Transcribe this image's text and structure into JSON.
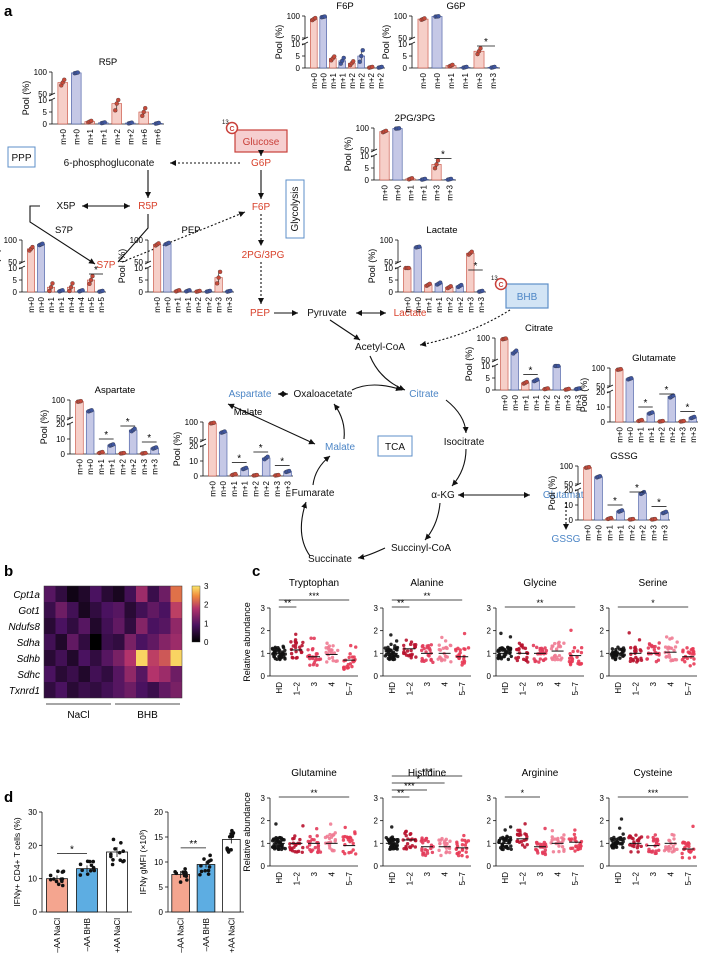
{
  "panel_labels": [
    "a",
    "b",
    "c",
    "d"
  ],
  "colors": {
    "nacl_fill": "#f6cfc8",
    "nacl_dot": "#c64a3a",
    "bhb_fill": "#c5c8e6",
    "bhb_dot": "#3f56a0",
    "red_text": "#d8412b",
    "blue_text": "#4d86c6",
    "glucose_box_fill": "#f6cfd0",
    "glucose_box_stroke": "#c9403a",
    "bhb_box_fill": "#d2e4f5",
    "bhb_box_stroke": "#5d8fc8",
    "heatmap_low": "#000000",
    "heatmap_mid": "#b3336b",
    "heatmap_high": "#fbe66b",
    "bar_aa_nacl": "#f4a58f",
    "bar_aa_bhb": "#5dade2",
    "bar_plus_aa": "#ffffff"
  },
  "pathway": {
    "nodes": {
      "glucose": "Glucose",
      "g6p": "G6P",
      "f6p": "F6P",
      "pg": "2PG/3PG",
      "pep": "PEP",
      "pyruvate": "Pyruvate",
      "lactate": "Lactate",
      "acetyl": "Acetyl-CoA",
      "citrate": "Citrate",
      "isocitrate": "Isocitrate",
      "akg": "α-KG",
      "glutamate": "Glutamate",
      "gssg": "GSSG",
      "succinyl": "Succinyl-CoA",
      "succinate": "Succinate",
      "fumarate": "Fumarate",
      "malate": "Malate",
      "oaa": "Oxaloacetate",
      "aspartate": "Aspartate",
      "phosphogluconate": "6-phosphogluconate",
      "x5p": "X5P",
      "r5p": "R5P",
      "s7p": "S7P",
      "bhb": "BHB"
    },
    "labels": {
      "ppp": "PPP",
      "glycolysis": "Glycolysis",
      "tca": "TCA",
      "isotope": "13",
      "isotope_symbol": "C"
    }
  },
  "chart_data": [
    {
      "type": "bar",
      "id": "R5P",
      "title": "R5P",
      "ylabel": "Pool (%)",
      "ylim": [
        0,
        100
      ],
      "yticks_low": [
        0,
        5,
        10
      ],
      "yticks_high": [
        50,
        100
      ],
      "categories": [
        "m+0",
        "m+0",
        "m+1",
        "m+1",
        "m+2",
        "m+2",
        "m+6",
        "m+6"
      ],
      "values": [
        76,
        98,
        1,
        0.5,
        8.5,
        0.4,
        5,
        0.3
      ],
      "errors": [
        8,
        1,
        0.4,
        0.2,
        3.5,
        0.2,
        2,
        0.2
      ],
      "groups": [
        "NaCl",
        "BHB",
        "NaCl",
        "BHB",
        "NaCl",
        "BHB",
        "NaCl",
        "BHB"
      ],
      "sig": []
    },
    {
      "type": "bar",
      "id": "F6P",
      "title": "F6P",
      "ylabel": "Pool (%)",
      "ylim": [
        0,
        100
      ],
      "yticks_low": [
        0,
        5,
        10
      ],
      "yticks_high": [
        50,
        100
      ],
      "categories": [
        "m+0",
        "m+0",
        "m+1",
        "m+1",
        "m+2",
        "m+2",
        "m+2",
        "m+2"
      ],
      "values": [
        93,
        98,
        4,
        3,
        2,
        5,
        0.3,
        0.3
      ],
      "errors": [
        3,
        1,
        1,
        1.5,
        1,
        3,
        0.2,
        0.2
      ],
      "groups": [
        "NaCl",
        "BHB",
        "NaCl",
        "BHB",
        "NaCl",
        "BHB",
        "NaCl",
        "BHB"
      ],
      "sig": []
    },
    {
      "type": "bar",
      "id": "G6P",
      "title": "G6P",
      "ylabel": "Pool (%)",
      "ylim": [
        0,
        100
      ],
      "yticks_low": [
        0,
        5,
        10
      ],
      "yticks_high": [
        50,
        100
      ],
      "categories": [
        "m+0",
        "m+0",
        "m+1",
        "m+1",
        "m+3",
        "m+3"
      ],
      "values": [
        93,
        99,
        1,
        0.3,
        7,
        0.3
      ],
      "errors": [
        2,
        0.5,
        0.4,
        0.2,
        1.5,
        0.2
      ],
      "groups": [
        "NaCl",
        "BHB",
        "NaCl",
        "BHB",
        "NaCl",
        "BHB"
      ],
      "sig": [
        {
          "from": 4,
          "to": 5,
          "label": "*"
        }
      ]
    },
    {
      "type": "bar",
      "id": "PG",
      "title": "2PG/3PG",
      "ylabel": "Pool (%)",
      "ylim": [
        0,
        100
      ],
      "yticks_low": [
        0,
        5,
        10
      ],
      "yticks_high": [
        50,
        100
      ],
      "categories": [
        "m+0",
        "m+0",
        "m+1",
        "m+1",
        "m+3",
        "m+3"
      ],
      "values": [
        92,
        99,
        0.5,
        0.3,
        6.5,
        0.3
      ],
      "errors": [
        2,
        0.5,
        0.3,
        0.2,
        2,
        0.2
      ],
      "groups": [
        "NaCl",
        "BHB",
        "NaCl",
        "BHB",
        "NaCl",
        "BHB"
      ],
      "sig": [
        {
          "from": 4,
          "to": 5,
          "label": "*"
        }
      ]
    },
    {
      "type": "bar",
      "id": "Lactate",
      "title": "Lactate",
      "ylabel": "Pool (%)",
      "ylim": [
        0,
        100
      ],
      "yticks_low": [
        0,
        5,
        10
      ],
      "yticks_high": [
        50,
        100
      ],
      "categories": [
        "m+0",
        "m+0",
        "m+1",
        "m+1",
        "m+2",
        "m+2",
        "m+3",
        "m+3"
      ],
      "values": [
        30,
        84,
        3,
        3.5,
        2,
        2.5,
        70,
        0.3
      ],
      "errors": [
        8,
        1,
        0.5,
        0.5,
        0.5,
        0.5,
        4,
        0.2
      ],
      "groups": [
        "NaCl",
        "BHB",
        "NaCl",
        "BHB",
        "NaCl",
        "BHB",
        "NaCl",
        "BHB"
      ],
      "sig": [
        {
          "from": 6,
          "to": 7,
          "label": "*"
        }
      ]
    },
    {
      "type": "bar",
      "id": "S7P",
      "title": "S7P",
      "ylabel": "Pool (%)",
      "ylim": [
        0,
        100
      ],
      "yticks_low": [
        0,
        5,
        10
      ],
      "yticks_high": [
        50,
        100
      ],
      "categories": [
        "m+0",
        "m+0",
        "m+1",
        "m+1",
        "m+4",
        "m+4",
        "m+5",
        "m+5"
      ],
      "values": [
        80,
        90,
        2,
        0.5,
        2,
        0.5,
        5,
        0.3
      ],
      "errors": [
        5,
        2,
        2,
        0.3,
        2,
        0.3,
        2,
        0.2
      ],
      "groups": [
        "NaCl",
        "BHB",
        "NaCl",
        "BHB",
        "NaCl",
        "BHB",
        "NaCl",
        "BHB"
      ],
      "sig": [
        {
          "from": 6,
          "to": 7,
          "label": "*"
        }
      ]
    },
    {
      "type": "bar",
      "id": "PEP",
      "title": "PEP",
      "ylabel": "Pool (%)",
      "ylim": [
        0,
        100
      ],
      "yticks_low": [
        0,
        5,
        10
      ],
      "yticks_high": [
        50,
        100
      ],
      "categories": [
        "m+0",
        "m+0",
        "m+1",
        "m+1",
        "m+2",
        "m+2",
        "m+3",
        "m+3"
      ],
      "values": [
        90,
        92,
        0.5,
        0.5,
        0.3,
        0.3,
        6,
        0.3
      ],
      "errors": [
        3,
        2,
        0.3,
        0.3,
        0.2,
        0.2,
        3,
        0.2
      ],
      "groups": [
        "NaCl",
        "BHB",
        "NaCl",
        "BHB",
        "NaCl",
        "BHB",
        "NaCl",
        "BHB"
      ],
      "sig": []
    },
    {
      "type": "bar",
      "id": "Citrate",
      "title": "Citrate",
      "ylabel": "Pool (%)",
      "ylim": [
        0,
        100
      ],
      "yticks_low": [
        0,
        5,
        10
      ],
      "yticks_high": [
        50,
        100
      ],
      "categories": [
        "m+0",
        "m+0",
        "m+1",
        "m+1",
        "m+2",
        "m+2",
        "m+3",
        "m+3"
      ],
      "values": [
        98,
        68,
        3,
        4,
        0.5,
        28,
        0.3,
        0.5
      ],
      "errors": [
        1,
        4,
        0.4,
        0.4,
        0.2,
        3,
        0.2,
        0.2
      ],
      "groups": [
        "NaCl",
        "BHB",
        "NaCl",
        "BHB",
        "NaCl",
        "BHB",
        "NaCl",
        "BHB"
      ],
      "sig": [
        {
          "from": 2,
          "to": 3,
          "label": "*"
        }
      ]
    },
    {
      "type": "bar",
      "id": "Glutamate",
      "title": "Glutamate",
      "ylabel": "Pool (%)",
      "ylim": [
        0,
        100
      ],
      "yticks_low": [
        0,
        10,
        20
      ],
      "yticks_high": [
        50,
        100
      ],
      "categories": [
        "m+0",
        "m+0",
        "m+1",
        "m+1",
        "m+2",
        "m+2",
        "m+3",
        "m+3"
      ],
      "values": [
        96,
        70,
        1,
        6,
        0.5,
        17,
        0.5,
        3
      ],
      "errors": [
        1,
        2,
        0.4,
        0.5,
        0.2,
        0.8,
        0.2,
        0.5
      ],
      "groups": [
        "NaCl",
        "BHB",
        "NaCl",
        "BHB",
        "NaCl",
        "BHB",
        "NaCl",
        "BHB"
      ],
      "sig": [
        {
          "from": 2,
          "to": 3,
          "label": "*"
        },
        {
          "from": 4,
          "to": 5,
          "label": "*"
        },
        {
          "from": 6,
          "to": 7,
          "label": "*"
        }
      ]
    },
    {
      "type": "bar",
      "id": "Aspartate",
      "title": "Aspartate",
      "ylabel": "Pool (%)",
      "ylim": [
        0,
        100
      ],
      "yticks_low": [
        0,
        10,
        20
      ],
      "yticks_high": [
        50,
        100
      ],
      "categories": [
        "m+0",
        "m+0",
        "m+1",
        "m+1",
        "m+2",
        "m+2",
        "m+3",
        "m+3"
      ],
      "values": [
        96,
        70,
        1,
        6,
        0.5,
        16,
        0.5,
        4
      ],
      "errors": [
        1,
        2,
        0.4,
        0.5,
        0.2,
        1,
        0.2,
        0.5
      ],
      "groups": [
        "NaCl",
        "BHB",
        "NaCl",
        "BHB",
        "NaCl",
        "BHB",
        "NaCl",
        "BHB"
      ],
      "sig": [
        {
          "from": 2,
          "to": 3,
          "label": "*"
        },
        {
          "from": 4,
          "to": 5,
          "label": "*"
        },
        {
          "from": 6,
          "to": 7,
          "label": "*"
        }
      ]
    },
    {
      "type": "bar",
      "id": "Malate",
      "title": "Malate",
      "ylabel": "Pool (%)",
      "ylim": [
        0,
        100
      ],
      "yticks_low": [
        0,
        10,
        20
      ],
      "yticks_high": [
        50,
        100
      ],
      "categories": [
        "m+0",
        "m+0",
        "m+1",
        "m+1",
        "m+2",
        "m+2",
        "m+3",
        "m+3"
      ],
      "values": [
        97,
        72,
        1,
        5,
        0.5,
        12,
        0.5,
        3
      ],
      "errors": [
        1,
        2,
        0.4,
        0.5,
        0.2,
        1,
        0.2,
        0.4
      ],
      "groups": [
        "NaCl",
        "BHB",
        "NaCl",
        "BHB",
        "NaCl",
        "BHB",
        "NaCl",
        "BHB"
      ],
      "sig": [
        {
          "from": 2,
          "to": 3,
          "label": "*"
        },
        {
          "from": 4,
          "to": 5,
          "label": "*"
        },
        {
          "from": 6,
          "to": 7,
          "label": "*"
        }
      ]
    },
    {
      "type": "bar",
      "id": "GSSG",
      "title": "GSSG",
      "ylabel": "Pool (%)",
      "ylim": [
        0,
        100
      ],
      "yticks_low": [
        0,
        10,
        20
      ],
      "yticks_high": [
        50,
        100
      ],
      "categories": [
        "m+0",
        "m+0",
        "m+1",
        "m+1",
        "m+2",
        "m+2",
        "m+3",
        "m+3"
      ],
      "values": [
        96,
        70,
        1,
        6,
        0.5,
        18,
        0.5,
        5
      ],
      "errors": [
        1,
        2,
        0.4,
        0.5,
        0.2,
        0.8,
        0.2,
        0.5
      ],
      "groups": [
        "NaCl",
        "BHB",
        "NaCl",
        "BHB",
        "NaCl",
        "BHB",
        "NaCl",
        "BHB"
      ],
      "sig": [
        {
          "from": 2,
          "to": 3,
          "label": "*"
        },
        {
          "from": 4,
          "to": 5,
          "label": "*"
        },
        {
          "from": 6,
          "to": 7,
          "label": "*"
        }
      ]
    },
    {
      "type": "heatmap",
      "id": "heatmap",
      "rows": [
        "Cpt1a",
        "Got1",
        "Ndufs8",
        "Sdha",
        "Sdhb",
        "Sdhc",
        "Txnrd1"
      ],
      "col_groups": [
        "NaCl",
        "BHB"
      ],
      "colorbar_ticks": [
        0,
        1,
        2,
        3
      ],
      "values": [
        [
          1.0,
          0.6,
          0.2,
          0.4,
          0.9,
          0.5,
          0.3,
          0.8,
          1.6,
          0.7,
          1.2,
          2.3
        ],
        [
          0.7,
          1.2,
          0.8,
          0.3,
          0.6,
          0.9,
          1.0,
          0.5,
          0.8,
          1.1,
          0.9,
          1.9
        ],
        [
          0.5,
          0.9,
          0.6,
          1.0,
          0.4,
          0.8,
          1.1,
          0.6,
          1.4,
          0.9,
          1.0,
          1.5
        ],
        [
          0.8,
          0.4,
          1.1,
          0.6,
          0.0,
          0.7,
          0.6,
          1.3,
          0.9,
          1.1,
          1.4,
          1.6
        ],
        [
          0.5,
          0.8,
          0.4,
          0.9,
          0.6,
          1.0,
          1.3,
          1.8,
          2.9,
          1.9,
          2.1,
          2.9
        ],
        [
          0.9,
          0.5,
          0.7,
          0.4,
          0.8,
          0.6,
          1.0,
          1.5,
          1.0,
          1.8,
          1.6,
          1.2
        ],
        [
          0.6,
          0.9,
          0.5,
          0.7,
          0.6,
          0.8,
          1.0,
          1.2,
          0.9,
          0.7,
          1.1,
          1.3
        ]
      ]
    },
    {
      "type": "scatter",
      "id": "c",
      "ylabel": "Relative abundance",
      "ylim": [
        0,
        3
      ],
      "yticks": [
        0,
        1,
        2,
        3
      ],
      "categories": [
        "HD",
        "1–2",
        "3",
        "4",
        "5–7"
      ],
      "panels": [
        {
          "title": "Tryptophan",
          "means": [
            1.0,
            1.15,
            0.85,
            0.95,
            0.7
          ],
          "sig": [
            {
              "from": 0,
              "to": 1,
              "label": "**"
            },
            {
              "from": 0,
              "to": 4,
              "label": "***"
            }
          ]
        },
        {
          "title": "Alanine",
          "means": [
            1.0,
            1.2,
            1.0,
            1.0,
            0.85
          ],
          "sig": [
            {
              "from": 0,
              "to": 1,
              "label": "**"
            },
            {
              "from": 0,
              "to": 4,
              "label": "**"
            }
          ]
        },
        {
          "title": "Glycine",
          "means": [
            1.0,
            1.0,
            1.0,
            1.1,
            0.9
          ],
          "sig": [
            {
              "from": 0,
              "to": 4,
              "label": "**"
            }
          ]
        },
        {
          "title": "Serine",
          "means": [
            1.0,
            1.0,
            1.0,
            1.05,
            0.85
          ],
          "sig": [
            {
              "from": 0,
              "to": 4,
              "label": "*"
            }
          ]
        },
        {
          "title": "Glutamine",
          "means": [
            1.0,
            1.0,
            1.0,
            1.0,
            0.9
          ],
          "sig": [
            {
              "from": 0,
              "to": 4,
              "label": "**"
            }
          ]
        },
        {
          "title": "Histidine",
          "means": [
            1.0,
            1.15,
            0.85,
            0.85,
            0.8
          ],
          "sig": [
            {
              "from": 0,
              "to": 1,
              "label": "**"
            },
            {
              "from": 0,
              "to": 2,
              "label": "***"
            },
            {
              "from": 0,
              "to": 3,
              "label": "*"
            },
            {
              "from": 0,
              "to": 4,
              "label": "***"
            }
          ]
        },
        {
          "title": "Arginine",
          "means": [
            1.0,
            1.2,
            0.85,
            1.0,
            1.05
          ],
          "sig": [
            {
              "from": 0,
              "to": 2,
              "label": "*"
            }
          ]
        },
        {
          "title": "Cysteine",
          "means": [
            1.0,
            1.0,
            0.9,
            1.0,
            0.75
          ],
          "sig": [
            {
              "from": 0,
              "to": 4,
              "label": "***"
            }
          ]
        }
      ]
    },
    {
      "type": "bar",
      "id": "d1",
      "ylabel": "IFNγ+ CD4+ T cells (%)",
      "ylim": [
        0,
        30
      ],
      "yticks": [
        0,
        10,
        20,
        30
      ],
      "categories": [
        "–AA NaCl",
        "–AA BHB",
        "+AA NaCl"
      ],
      "values": [
        10,
        13,
        18
      ],
      "errors": [
        1,
        1,
        1.5
      ],
      "sig": [
        {
          "from": 0,
          "to": 1,
          "label": "*"
        }
      ]
    },
    {
      "type": "bar",
      "id": "d2",
      "ylabel": "IFNγ gMFI (×10³)",
      "ylim": [
        0,
        20
      ],
      "yticks": [
        0,
        5,
        10,
        15,
        20
      ],
      "categories": [
        "–AA NaCl",
        "–AA BHB",
        "+AA NaCl"
      ],
      "values": [
        7.5,
        9.5,
        14.5
      ],
      "errors": [
        0.7,
        0.6,
        0.8
      ],
      "sig": [
        {
          "from": 0,
          "to": 1,
          "label": "**"
        }
      ]
    }
  ]
}
